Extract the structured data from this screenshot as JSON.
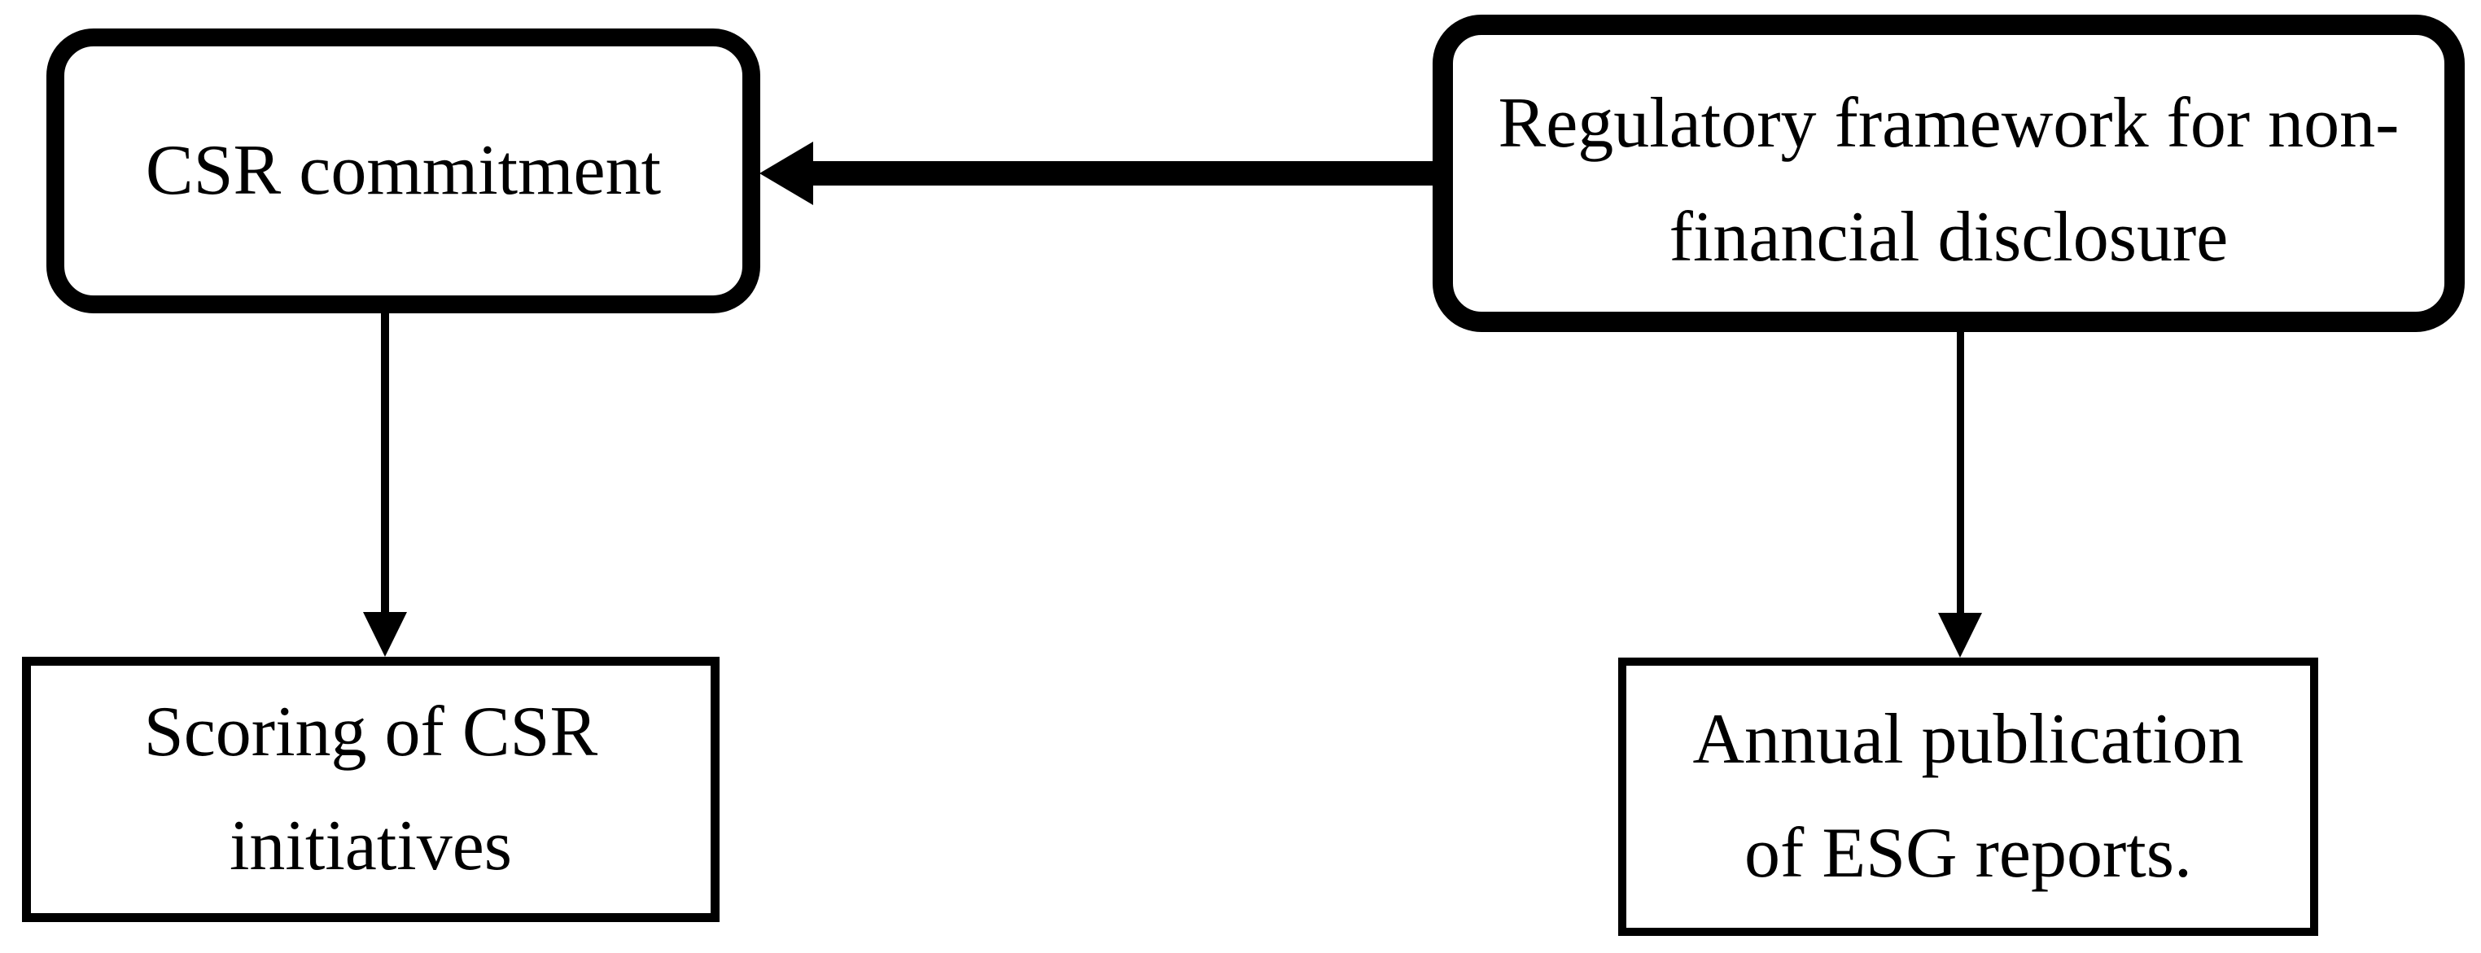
{
  "diagram": {
    "background_color": "#ffffff",
    "line_color": "#000000",
    "nodes": {
      "csr_commitment": {
        "shape": "rounded-rectangle-thick",
        "lines": [
          "CSR commitment"
        ]
      },
      "regulatory_framework": {
        "shape": "rounded-rectangle-thick",
        "lines": [
          "Regulatory framework for non-",
          "financial disclosure"
        ]
      },
      "scoring_csr": {
        "shape": "rectangle-thin",
        "lines": [
          "Scoring of CSR",
          "initiatives"
        ]
      },
      "esg_reports": {
        "shape": "rectangle-thin",
        "lines": [
          "Annual publication",
          "of ESG reports."
        ]
      }
    },
    "edges": [
      {
        "from": "regulatory_framework",
        "to": "csr_commitment",
        "direction": "left",
        "style": "thick-solid-arrow"
      },
      {
        "from": "csr_commitment",
        "to": "scoring_csr",
        "direction": "down",
        "style": "thin-solid-arrow"
      },
      {
        "from": "regulatory_framework",
        "to": "esg_reports",
        "direction": "down",
        "style": "thin-solid-arrow"
      }
    ]
  }
}
